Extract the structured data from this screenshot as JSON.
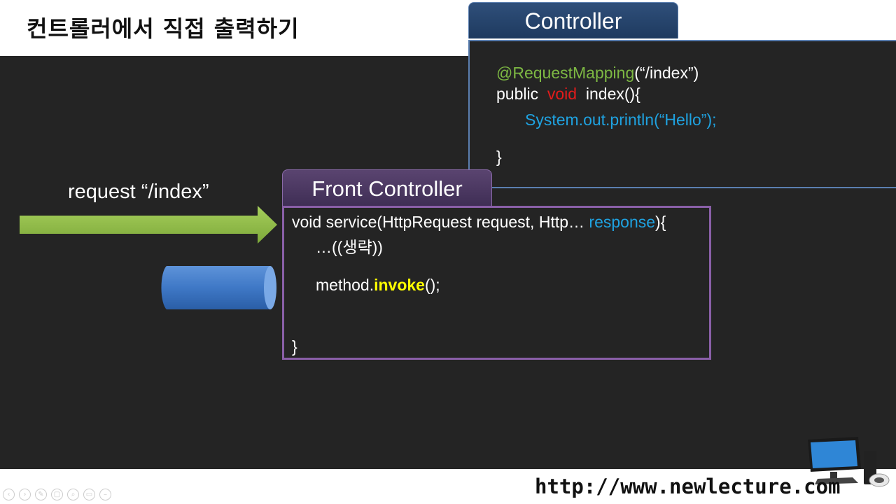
{
  "slide": {
    "title": "컨트롤러에서 직접 출력하기"
  },
  "controller_panel": {
    "tab_label": "Controller",
    "code": {
      "annotation": "@RequestMapping",
      "annotation_arg": "(“/index”)",
      "line2_public": "public",
      "line2_void": "void",
      "line2_rest": "index(){",
      "line3": "System.out.println(“Hello”);",
      "line4": "}"
    }
  },
  "front_controller_panel": {
    "tab_label": "Front Controller",
    "code": {
      "line1_main": "void service(HttpRequest request, Http… ",
      "line1_response": "response",
      "line1_end": "){",
      "line2": "…((생략))",
      "line3_pre": "method.",
      "line3_invoke": "invoke",
      "line3_post": "();",
      "line4": "}"
    }
  },
  "request": {
    "label": "request “/index”"
  },
  "footer": {
    "url": "http://www.newlecture.com"
  },
  "icons": [
    "arrow-right-icon",
    "cylinder-icon",
    "computer-icon"
  ],
  "colors": {
    "annotation_green": "#7db843",
    "keyword_red": "#e21b1b",
    "string_blue": "#1fa2e0",
    "highlight_yellow": "#ffff00",
    "controller_border": "#5b7fb0",
    "front_controller_border": "#8a5fa8"
  }
}
